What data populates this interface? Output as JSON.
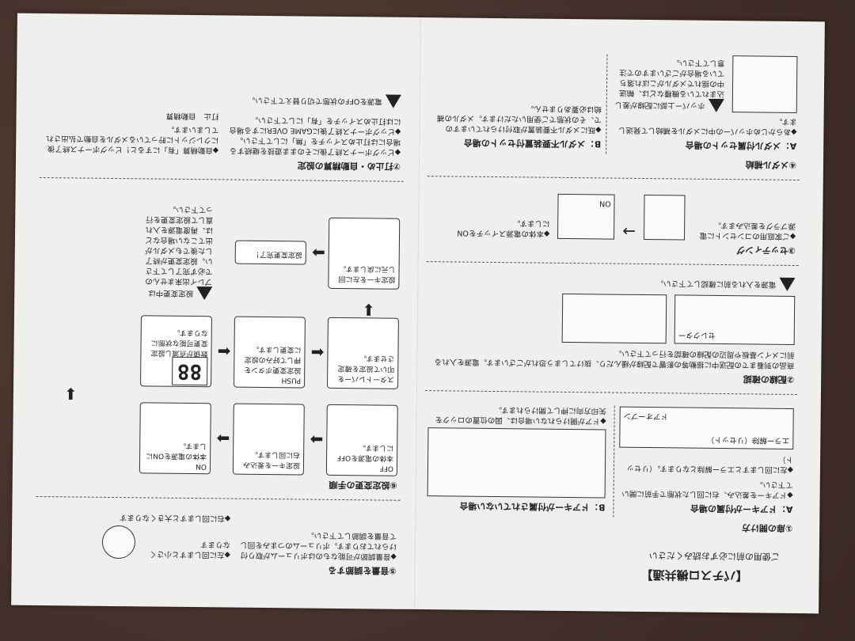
{
  "title": "【パチスロ機共通】",
  "subtitle": "ご使用の前に必ずお読みください",
  "left": {
    "s1": {
      "heading": "①扉の開け方",
      "a_heading": "A：ドアキーが付属の場合",
      "a_text": "◆ドアキーを差込み、右に回した状態で手前に開いて下さい。",
      "a_text2": "◆左に回しますとエラー解除となります。（リセット）",
      "a_label": "エラー解除（リセット）",
      "a_label2": "ドアオープン",
      "b_heading": "B：ドアキーが付属されていない場合",
      "b_text": "◆ドアが開けられない場合は、図の位置のロックを矢印方向に押して開けられます。"
    },
    "s2": {
      "heading": "②配線の確認",
      "text": "商品の到着までの配送中に振動等の影響で配線が緩んだり、抜けてしまう恐れがございます。電源を入れる前にメイン基板や周辺の配線の確認を行って下さい。",
      "warn": "電源を入れる前に確認して下さい。",
      "label": "セレクター"
    },
    "s3": {
      "heading": "③セッティング",
      "text1": "◆ご家庭用のコンセントに電源プラグを差込みます。",
      "text2": "◆本体の電源スイッチをONにします。",
      "on": "ON"
    },
    "s4": {
      "heading": "④メダル補給",
      "a_heading": "A：メダル付属セットの場合",
      "a_text": "◆あらかじめホッパーの中にメダルを補給して発送します。",
      "warn": "ホッパー上部に配線が差し込まれている機種などは、輸送中の揺れでメダルがこぼれ落ちている場合がございますので注意して下さい。",
      "b_heading": "B：メダル不要装置付セットの場合",
      "b_text": "◆既にメダル不要装置が取付けられていますので、その状態でご使用いただけます。メダルの補給は必要ありません。"
    }
  },
  "right": {
    "s5": {
      "heading": "⑤音量を調節する",
      "text": "◆音量調節が可能なものはボリュームが取り付けられております。ボリュームのつまみを回して音量を調節して下さい。",
      "left_text": "◆右に回しますと大きくなります",
      "right_text": "◆左に回しますと小さくなります"
    },
    "s6": {
      "heading": "⑥設定変更の手順",
      "steps": [
        "本体の電源をOFFにします。",
        "設定キーを差込み右に回します。",
        "本体の電源をONにします。",
        "数値が点滅し設定変更可能な状態になります。",
        "設定変更ボタンを押して好みの設定に変更します。",
        "スタートレバーを叩いて設定を確定させます。",
        "設定キーを左に回し元に戻します。"
      ],
      "off": "OFF",
      "on": "ON",
      "push": "PUSH",
      "display": "88",
      "complete": "設定変更完了！",
      "warn": "設定変更中はプレイ出来ませんので必ず完了して下さい。設定変更が終了した後でもメダルが出てこない場合などは、再度電源を入れ直して設定変更を行って下さい。"
    },
    "s7": {
      "heading": "⑦打止め・自動精算の設定",
      "text1": "◆ビッグボーナス終了後にそのまま遊技を継続する場合には打止めスイッチを「無」にして下さい。",
      "text2": "◆ビッグボーナス終了後にGAME OVERにする場合には打止めスイッチを「有」にして下さい。",
      "text3": "◆自動精算「有」にすると！ビッグボーナス終了後にクレジットに貯っているメダルを自動で払出されてしまいます。",
      "label1": "打止",
      "label2": "自動精算",
      "warn": "電源をOFFの状態で切り替えて下さい。"
    }
  }
}
